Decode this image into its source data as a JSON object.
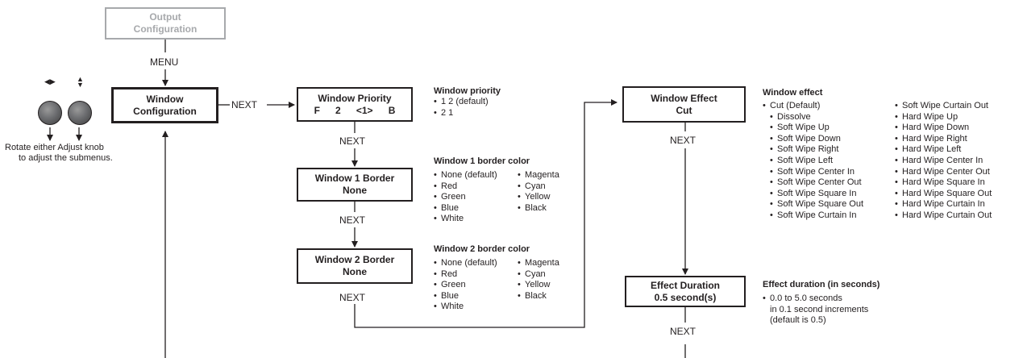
{
  "boxes": {
    "output": {
      "line1": "Output",
      "line2": "Configuration"
    },
    "window": {
      "line1": "Window",
      "line2": "Configuration"
    },
    "priority": {
      "line1": "Window Priority",
      "row": [
        "F",
        "2",
        "<1>",
        "B"
      ]
    },
    "border1": {
      "line1": "Window 1 Border",
      "line2": "None"
    },
    "border2": {
      "line1": "Window 2 Border",
      "line2": "None"
    },
    "effect": {
      "line1": "Window Effect",
      "line2": "Cut"
    },
    "duration": {
      "line1": "Effect Duration",
      "line2": "0.5 second(s)"
    }
  },
  "labels": {
    "menu": "MENU",
    "next": "NEXT"
  },
  "knobs": {
    "caption_line1": "Rotate either Adjust knob",
    "caption_line2": "to adjust the submenus."
  },
  "notes": {
    "priority": {
      "heading": "Window priority",
      "items": [
        "1 2 (default)",
        "2 1"
      ]
    },
    "border1": {
      "heading": "Window 1 border color",
      "col1": [
        "None (default)",
        "Red",
        "Green",
        "Blue",
        "White"
      ],
      "col2": [
        "Magenta",
        "Cyan",
        "Yellow",
        "Black"
      ]
    },
    "border2": {
      "heading": "Window 2 border color",
      "col1": [
        "None (default)",
        "Red",
        "Green",
        "Blue",
        "White"
      ],
      "col2": [
        "Magenta",
        "Cyan",
        "Yellow",
        "Black"
      ]
    },
    "effect": {
      "heading": "Window effect",
      "col1": [
        "Cut (Default)",
        "Dissolve",
        "Soft Wipe Up",
        "Soft Wipe Down",
        "Soft Wipe Right",
        "Soft Wipe Left",
        "Soft Wipe Center In",
        "Soft Wipe Center Out",
        "Soft Wipe Square In",
        "Soft Wipe Square Out",
        "Soft Wipe Curtain In"
      ],
      "col2": [
        "Soft Wipe Curtain Out",
        "Hard Wipe Up",
        "Hard Wipe Down",
        "Hard Wipe Right",
        "Hard Wipe Left",
        "Hard Wipe Center In",
        "Hard Wipe Center Out",
        "Hard Wipe Square In",
        "Hard Wipe Square Out",
        "Hard Wipe Curtain In",
        "Hard Wipe Curtain Out"
      ]
    },
    "duration": {
      "heading": "Effect duration (in seconds)",
      "line1": "0.0 to 5.0 seconds",
      "line2": "in 0.1 second increments",
      "line3": "(default is 0.5)"
    }
  },
  "colors": {
    "ink": "#231f20",
    "inactive": "#a7a9ac"
  }
}
